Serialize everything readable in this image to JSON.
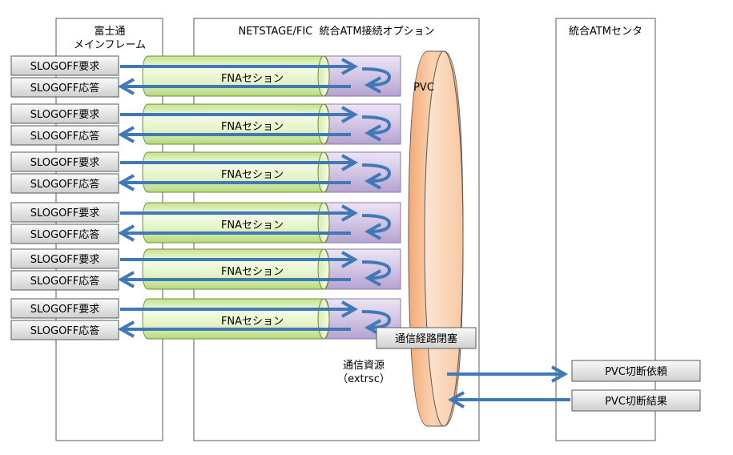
{
  "columns": {
    "mainframe": [
      "富士通",
      "メインフレーム"
    ],
    "option": "NETSTAGE/FIC  統合ATM接続オプション",
    "center": "統合ATMセンタ"
  },
  "rows": [
    {
      "request": "SLOGOFF要求",
      "response": "SLOGOFF応答",
      "session": "FNAセション"
    },
    {
      "request": "SLOGOFF要求",
      "response": "SLOGOFF応答",
      "session": "FNAセション"
    },
    {
      "request": "SLOGOFF要求",
      "response": "SLOGOFF応答",
      "session": "FNAセション"
    },
    {
      "request": "SLOGOFF要求",
      "response": "SLOGOFF応答",
      "session": "FNAセション"
    },
    {
      "request": "SLOGOFF要求",
      "response": "SLOGOFF応答",
      "session": "FNAセション"
    },
    {
      "request": "SLOGOFF要求",
      "response": "SLOGOFF応答",
      "session": "FNAセション"
    }
  ],
  "pvc_label": "PVC",
  "route_close": "通信経路閉塞",
  "resource": [
    "通信資源",
    "（extrsc）"
  ],
  "pvc_request": "PVC切断依頼",
  "pvc_result": "PVC切断結果",
  "colors": {
    "arrow": "#3f79b8",
    "session_fill": "#e8f5c8",
    "purple_fill": "#cfc0e0",
    "pvc_fill": "#f7c39a"
  }
}
